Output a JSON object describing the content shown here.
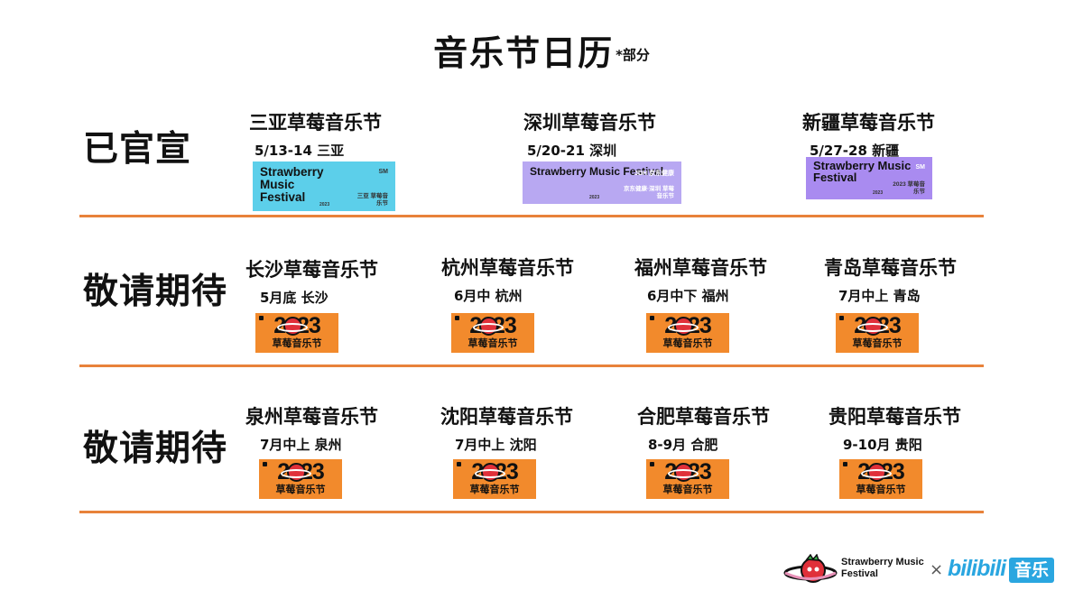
{
  "title": "音乐节日历",
  "title_note": "*部分",
  "rows": [
    {
      "label": "已官宣",
      "festivals": [
        {
          "name": "三亚草莓音乐节",
          "date": "5/13-14 三亚"
        },
        {
          "name": "深圳草莓音乐节",
          "date": "5/20-21 深圳"
        },
        {
          "name": "新疆草莓音乐节",
          "date": "5/27-28 新疆"
        }
      ]
    },
    {
      "label": "敬请期待",
      "festivals": [
        {
          "name": "长沙草莓音乐节",
          "date": "5月底 长沙"
        },
        {
          "name": "杭州草莓音乐节",
          "date": "6月中 杭州"
        },
        {
          "name": "福州草莓音乐节",
          "date": "6月中下 福州"
        },
        {
          "name": "青岛草莓音乐节",
          "date": "7月中上 青岛"
        }
      ]
    },
    {
      "label": "敬请期待",
      "festivals": [
        {
          "name": "泉州草莓音乐节",
          "date": "7月中上 泉州"
        },
        {
          "name": "沈阳草莓音乐节",
          "date": "7月中上 沈阳"
        },
        {
          "name": "合肥草莓音乐节",
          "date": "8-9月 合肥"
        },
        {
          "name": "贵阳草莓音乐节",
          "date": "9-10月 贵阳"
        }
      ]
    }
  ],
  "posters": [
    {
      "text": "Strawberry Music Festival",
      "tag": "SM",
      "foot": "三亚 草莓音乐节",
      "year": "2023",
      "color": "#5CCFEA"
    },
    {
      "text": "Strawberry Music Festival",
      "tag": "JDH 京东健康",
      "foot": "京东健康·深圳 草莓音乐节",
      "year": "2023",
      "color": "#B8A8F2"
    },
    {
      "text": "Strawberry Music Festival",
      "tag": "SM",
      "foot": "2023 草莓音乐节",
      "year": "2023",
      "color": "#A98BF0"
    }
  ],
  "badge": {
    "year": "2023",
    "name": "草莓音乐节",
    "color": "#F28A2C"
  },
  "footer": {
    "logo_text": "Strawberry Music Festival",
    "cross": "×",
    "bili": "bilibili",
    "music": "音乐"
  },
  "colors": {
    "divider": "#E8823A",
    "bili": "#2AA6E0"
  }
}
